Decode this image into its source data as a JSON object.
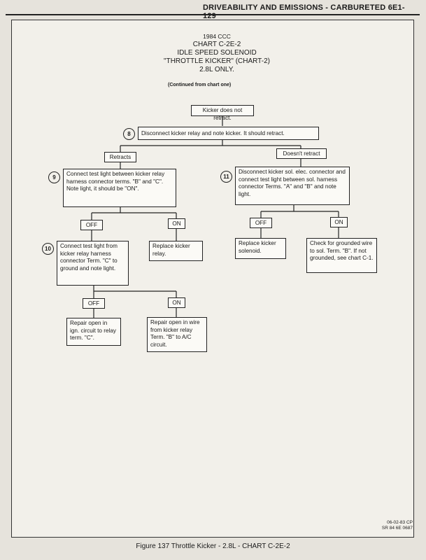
{
  "header": {
    "section": "DRIVEABILITY AND EMISSIONS - CARBURETED",
    "page_number": "6E1-129"
  },
  "title": {
    "line1": "1984 CCC",
    "line2": "CHART C-2E-2",
    "line3": "IDLE SPEED SOLENOID",
    "line4": "\"THROTTLE KICKER\" (CHART-2)",
    "line5": "2.8L ONLY."
  },
  "continued": "(Continued from chart one)",
  "nodes": {
    "start": "Kicker does not retract.",
    "step8_num": "8",
    "step8": "Disconnect kicker relay and note kicker. It should retract.",
    "retracts": "Retracts",
    "doesnt_retract": "Doesn't retract",
    "step9_num": "9",
    "step9": "Connect test light between kicker relay harness connector terms. \"B\" and \"C\". Note light, it should be \"ON\".",
    "step11_num": "11",
    "step11": "Disconnect kicker sol. elec. connector and connect test light between sol. harness connector Terms. \"A\" and \"B\" and note light.",
    "off_a": "OFF",
    "on_a": "ON",
    "off_b": "OFF",
    "on_b": "ON",
    "step10_num": "10",
    "step10": "Connect test light from kicker relay harness connector Term. \"C\" to ground and note light.",
    "replace_relay": "Replace kicker relay.",
    "replace_solenoid": "Replace kicker solenoid.",
    "check_grounded": "Check for grounded wire to sol. Term. \"B\". If not grounded, see chart C-1.",
    "off_c": "OFF",
    "on_c": "ON",
    "repair_ign": "Repair open in ign. circuit to relay term. \"C\".",
    "repair_wire": "Repair open in wire from kicker relay Term. \"B\" to A/C circuit."
  },
  "footer": {
    "date_code": "06-02-83 CP",
    "ref_code": "SR 84 6E 0687"
  },
  "caption": "Figure 137 Throttle Kicker - 2.8L - CHART C-2E-2"
}
